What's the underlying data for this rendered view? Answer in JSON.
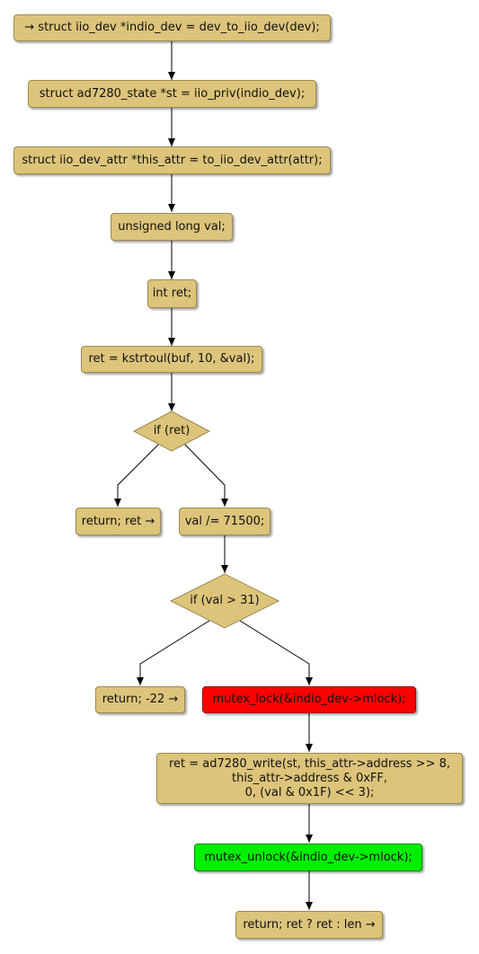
{
  "diagram": {
    "nodes": {
      "n1": "→ struct iio_dev *indio_dev = dev_to_iio_dev(dev);",
      "n2": "struct ad7280_state *st = iio_priv(indio_dev);",
      "n3": "struct iio_dev_attr *this_attr = to_iio_dev_attr(attr);",
      "n4": "unsigned long val;",
      "n5": "int ret;",
      "n6": "ret = kstrtoul(buf, 10, &val);",
      "d1": "if (ret)",
      "n7": "return; ret →",
      "n8": "val /= 71500;",
      "d2": "if (val > 31)",
      "n9": "return; -22 →",
      "n10": "mutex_lock(&indio_dev->mlock);",
      "n11": "ret = ad7280_write(st, this_attr->address >> 8,\nthis_attr->address & 0xFF,\n0, (val & 0x1F) << 3);",
      "n12": "mutex_unlock(&indio_dev->mlock);",
      "n13": "return; ret ? ret : len →"
    },
    "colors": {
      "node_fill": "#dcc47a",
      "node_border": "#9c8a50",
      "lock_fill": "#ff0000",
      "unlock_fill": "#00ee00",
      "edge": "#000000"
    }
  }
}
